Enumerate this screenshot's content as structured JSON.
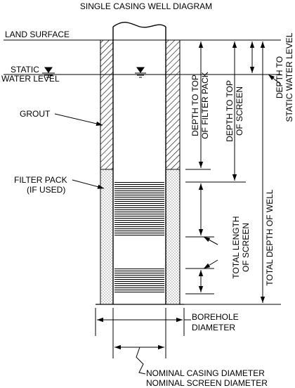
{
  "title": "SINGLE CASING WELL DIAGRAM",
  "labels": {
    "land_surface": "LAND SURFACE",
    "static_line1": "STATIC",
    "static_line2": "WATER LEVEL",
    "grout": "GROUT",
    "filter_pack_line1": "FILTER PACK",
    "filter_pack_line2": "(IF USED)",
    "borehole_line1": "BOREHOLE",
    "borehole_line2": "DIAMETER",
    "nominal_casing": "NOMINAL CASING DIAMETER",
    "nominal_screen": "NOMINAL SCREEN DIAMETER"
  },
  "dimensions": {
    "depth_filter_pack_line1": "DEPTH TO TOP",
    "depth_filter_pack_line2": "OF FILTER PACK",
    "depth_screen_line1": "DEPTH TO TOP",
    "depth_screen_line2": "OF SCREEN",
    "screen_length_line1": "TOTAL LENGTH",
    "screen_length_line2": "OF SCREEN",
    "total_depth": "TOTAL DEPTH OF WELL",
    "static_depth_line1": "DEPTH TO",
    "static_depth_line2": "STATIC WATER LEVEL"
  }
}
